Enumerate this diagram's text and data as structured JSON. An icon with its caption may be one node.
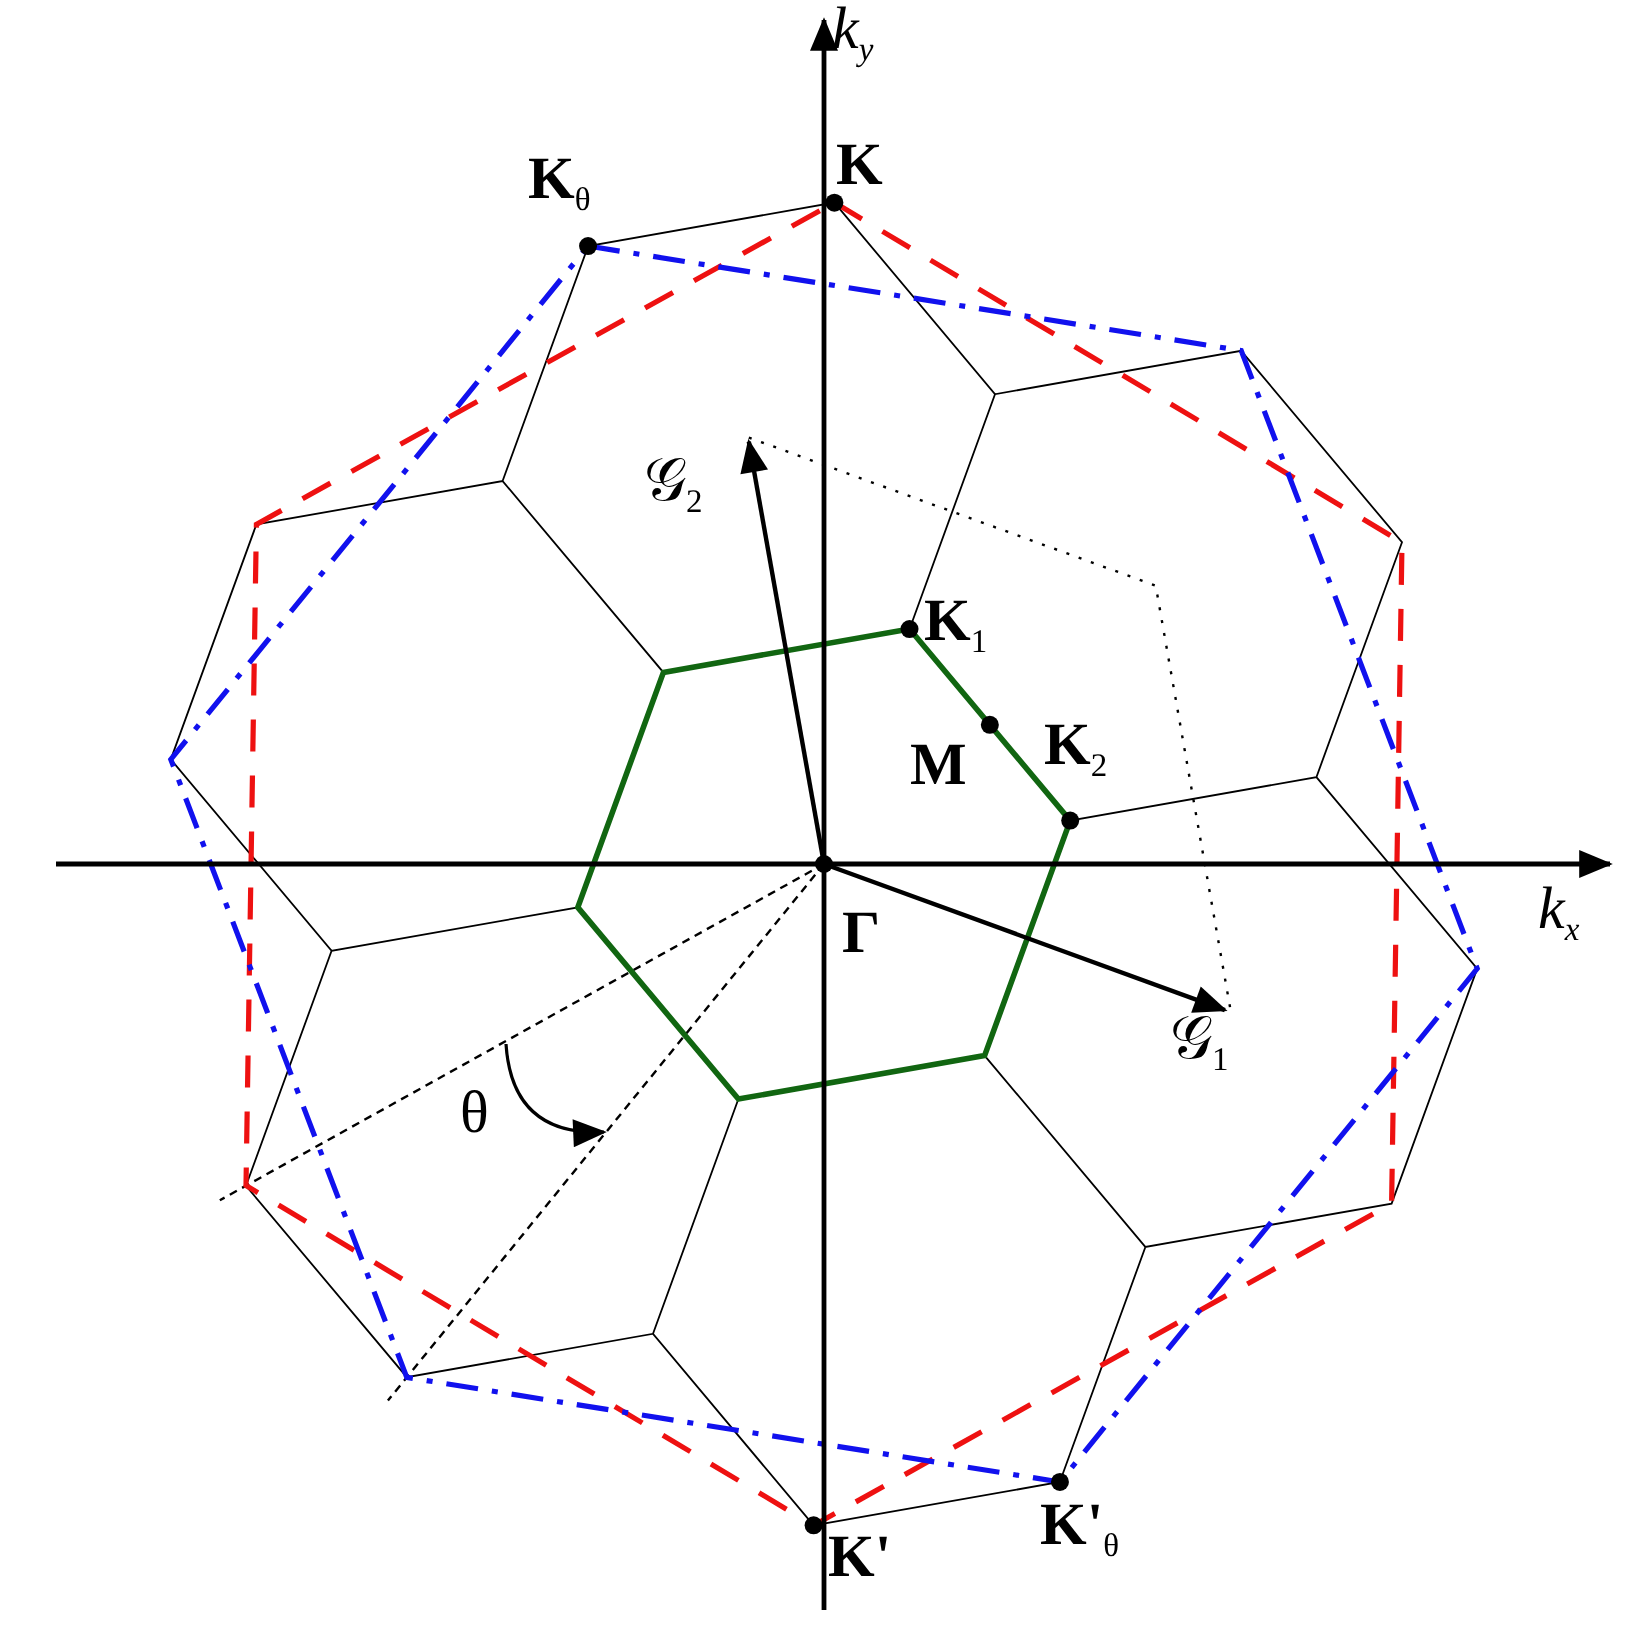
{
  "diagram": {
    "labels": [
      "k$_{y}$",
      "K",
      "K$_{θ}$",
      "𝒢$_{2}$",
      "K$_{1}$",
      "M",
      "K$_{2}$",
      "k$_{x}$",
      "Γ",
      "𝒢$_{1}$",
      "θ",
      "K'",
      "K'$_{θ}$"
    ]
  }
}
